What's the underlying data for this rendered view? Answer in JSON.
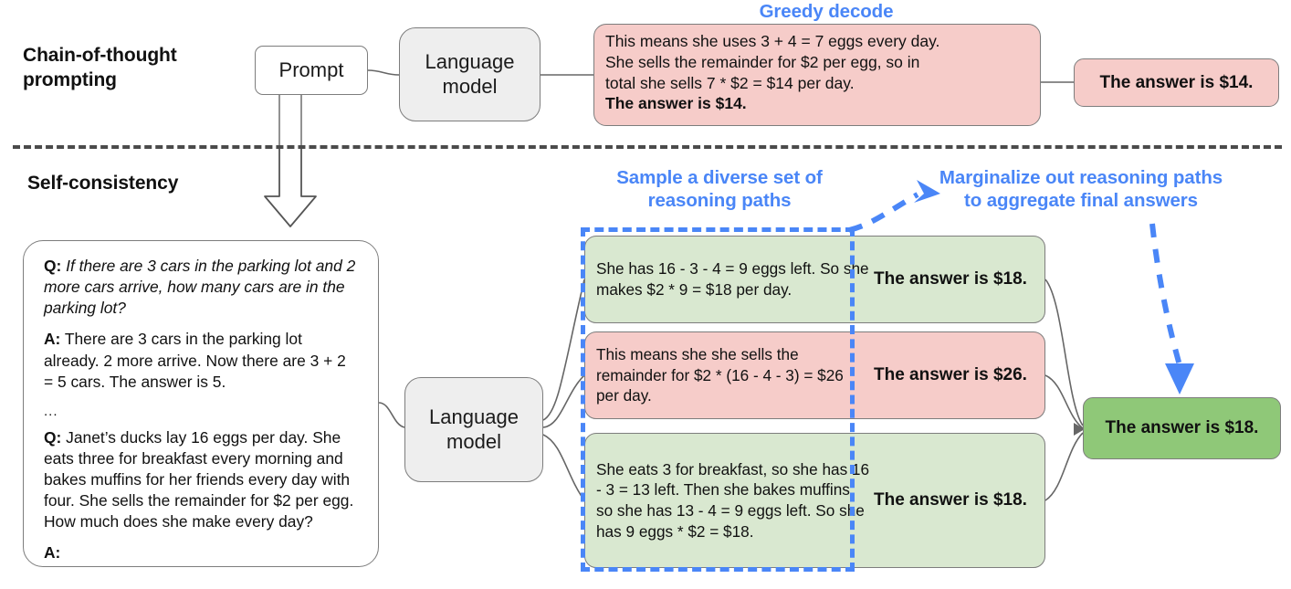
{
  "sections": {
    "cot_title": "Chain-of-thought\nprompting",
    "cot_title_line1": "Chain-of-thought",
    "cot_title_line2": "prompting",
    "sc_title": "Self-consistency"
  },
  "labels": {
    "greedy_decode": "Greedy decode",
    "sample_paths_line1": "Sample a diverse set of",
    "sample_paths_line2": "reasoning paths",
    "marginalize_line1": "Marginalize out reasoning paths",
    "marginalize_line2": "to aggregate final answers"
  },
  "top_row": {
    "prompt_label": "Prompt",
    "language_model_line1": "Language",
    "language_model_line2": "model",
    "cot_output_line1": "This means she uses 3 + 4 = 7 eggs every day.",
    "cot_output_line2": "She sells the remainder for $2 per egg, so in",
    "cot_output_line3": "total she sells 7 * $2 = $14 per day.",
    "cot_output_bold": "The answer is $14.",
    "cot_final_answer": "The answer is $14."
  },
  "bottom_row": {
    "language_model_line1": "Language",
    "language_model_line2": "model",
    "final_answer": "The answer is $18.",
    "few_shot_prompt": {
      "q1_label": "Q:",
      "q1_text": "If there are 3 cars in the parking lot and 2 more cars arrive, how many cars are in the parking lot?",
      "a1_label": "A:",
      "a1_text": "There are 3 cars in the parking lot already. 2 more arrive. Now there are 3 + 2 = 5 cars. The answer is 5.",
      "ellipsis": "...",
      "q2_label": "Q:",
      "q2_text": "Janet’s ducks lay 16 eggs per day. She eats three for breakfast every morning and bakes muffins for her friends every day with four. She sells the remainder for $2 per egg. How much does she make every day?",
      "a2_label": "A:"
    },
    "reasoning_paths": [
      {
        "color": "green",
        "reasoning": "She has 16 - 3 - 4 = 9 eggs left. So she makes $2 * 9 = $18 per day.",
        "answer": "The answer is $18."
      },
      {
        "color": "pink",
        "reasoning": "This means she she sells the remainder for $2 * (16 - 4 - 3) = $26 per day.",
        "answer": "The answer is $26."
      },
      {
        "color": "green",
        "reasoning": "She eats 3 for breakfast, so she has 16 - 3 = 13 left. Then she bakes muffins, so she has 13 - 4 = 9 eggs left. So she has 9 eggs * $2 = $18.",
        "answer": "The answer is $18."
      }
    ]
  },
  "colors": {
    "accent_blue": "#4a86f7",
    "pink_fill": "#f6ccc9",
    "light_green_fill": "#d9e8d0",
    "dark_green_fill": "#8fc878",
    "gray_fill": "#eeeeee",
    "stroke_gray": "#7d7d7d",
    "divider_gray": "#4b4b4b"
  }
}
